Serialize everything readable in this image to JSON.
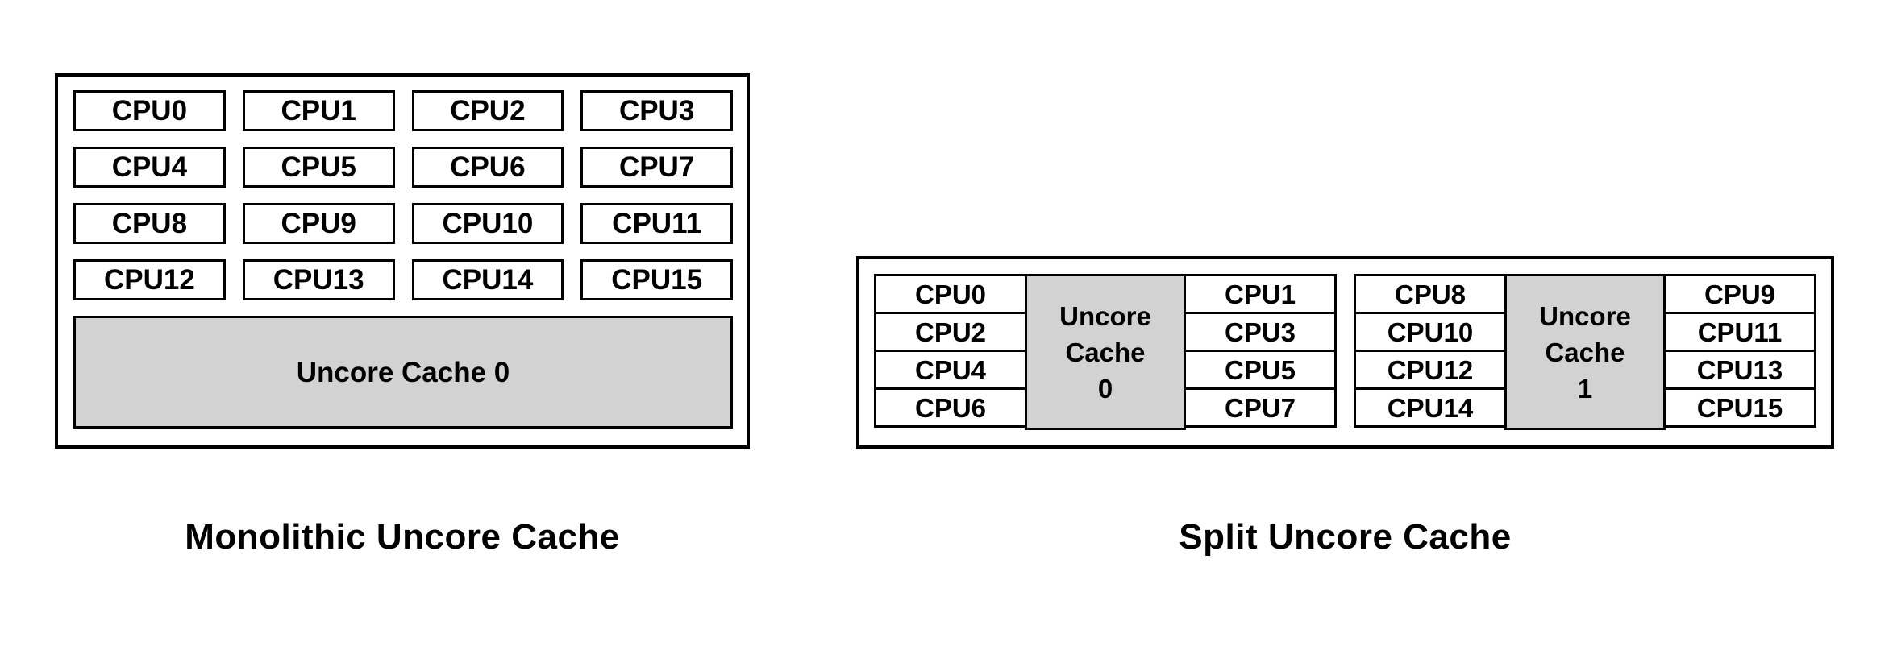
{
  "colors": {
    "cache_fill": "#d2d2d2",
    "border": "#000000",
    "text": "#000000",
    "background": "#ffffff"
  },
  "monolithic": {
    "title": "Monolithic Uncore Cache",
    "cpus": [
      "CPU0",
      "CPU1",
      "CPU2",
      "CPU3",
      "CPU4",
      "CPU5",
      "CPU6",
      "CPU7",
      "CPU8",
      "CPU9",
      "CPU10",
      "CPU11",
      "CPU12",
      "CPU13",
      "CPU14",
      "CPU15"
    ],
    "cache_label": "Uncore Cache 0"
  },
  "split": {
    "title": "Split Uncore Cache",
    "clusters": [
      {
        "left_cpus": [
          "CPU0",
          "CPU2",
          "CPU4",
          "CPU6"
        ],
        "cache_lines": [
          "Uncore",
          "Cache",
          "0"
        ],
        "right_cpus": [
          "CPU1",
          "CPU3",
          "CPU5",
          "CPU7"
        ]
      },
      {
        "left_cpus": [
          "CPU8",
          "CPU10",
          "CPU12",
          "CPU14"
        ],
        "cache_lines": [
          "Uncore",
          "Cache",
          "1"
        ],
        "right_cpus": [
          "CPU9",
          "CPU11",
          "CPU13",
          "CPU15"
        ]
      }
    ]
  }
}
